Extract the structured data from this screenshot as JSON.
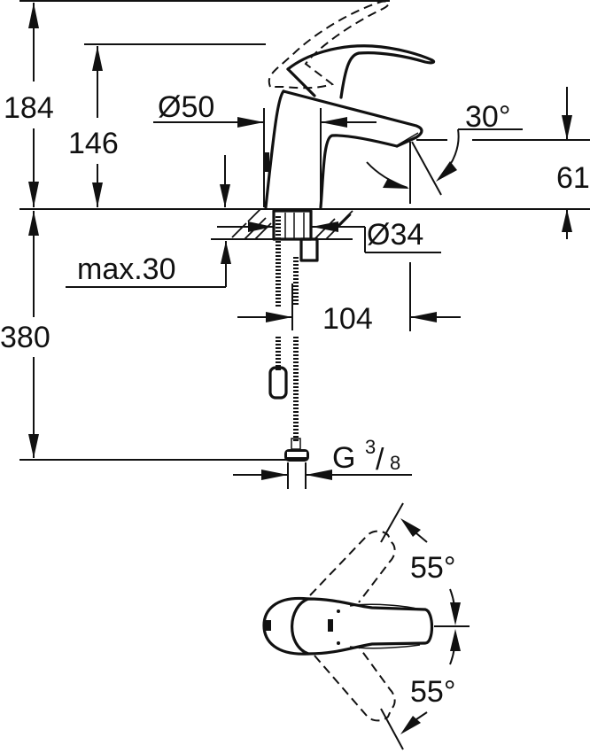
{
  "diagram": {
    "type": "technical-drawing",
    "subject": "single-lever basin mixer faucet dimensions",
    "colors": {
      "line": "#111111",
      "background": "#ffffff"
    },
    "side_view": {
      "dimensions": {
        "total_height_lever_open": "184",
        "body_height": "146",
        "body_diameter": "Ø50",
        "spout_angle": "30°",
        "spout_outlet_height": "61",
        "mounting_hole_diameter": "Ø34",
        "max_deck_thickness": "max.30",
        "spout_projection": "104",
        "hose_length": "380",
        "connection_thread_prefix": "G",
        "connection_thread_num": "3",
        "connection_thread_sep": "/",
        "connection_thread_den": "8"
      }
    },
    "top_view": {
      "dimensions": {
        "lever_rotation_up": "55°",
        "lever_rotation_down": "55°"
      }
    }
  }
}
